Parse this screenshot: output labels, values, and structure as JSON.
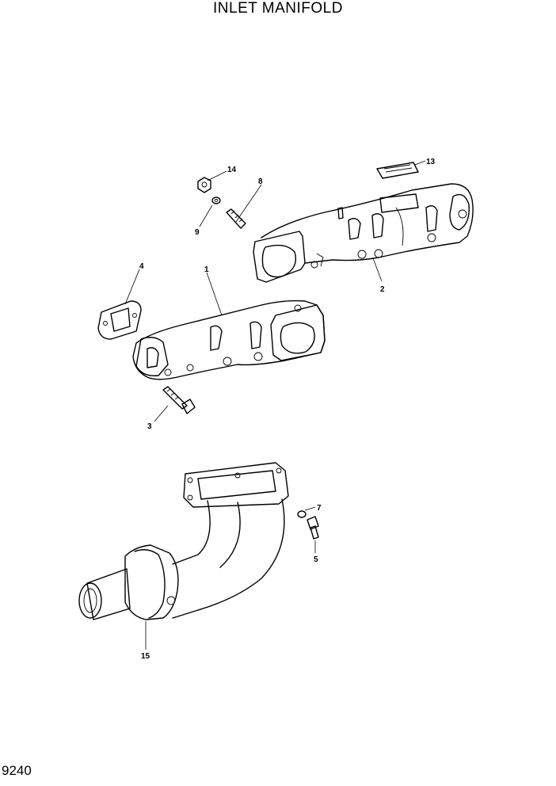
{
  "title": "INLET MANIFOLD",
  "page_code": "9240",
  "callouts": {
    "c1": "1",
    "c2": "2",
    "c3": "3",
    "c4": "4",
    "c5": "5",
    "c7": "7",
    "c8": "8",
    "c9": "9",
    "c13": "13",
    "c14": "14",
    "c15": "15"
  }
}
